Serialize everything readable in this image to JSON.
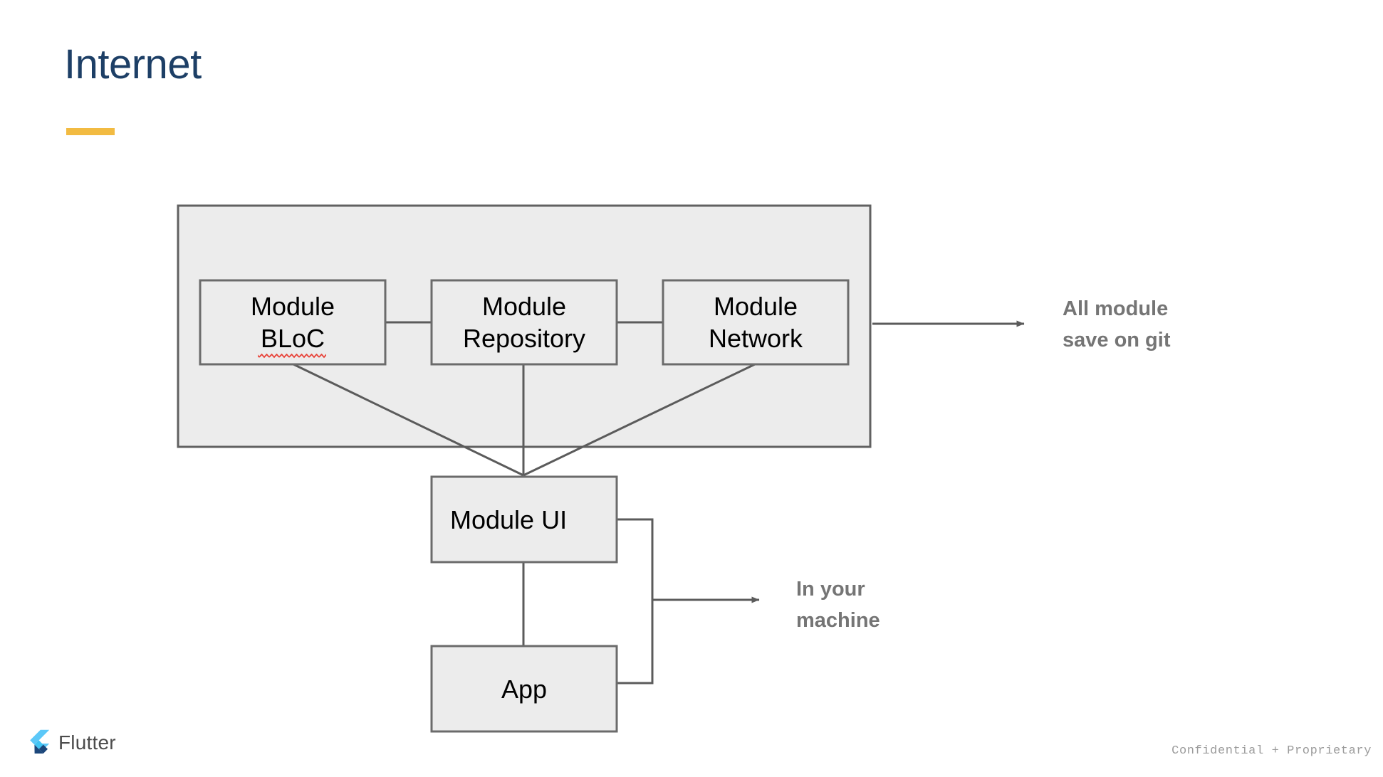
{
  "slide": {
    "title": "Internet",
    "title_color": "#1d3f66",
    "rule_color": "#f2bb42",
    "background": "#ffffff"
  },
  "diagram": {
    "container": {
      "name": "internet-container",
      "fill": "#ececec",
      "stroke": "#616161"
    },
    "nodes": [
      {
        "id": "module-bloc",
        "label": "Module\nBLoC",
        "misspelled_word": "BLoC"
      },
      {
        "id": "module-repository",
        "label": "Module\nRepository"
      },
      {
        "id": "module-network",
        "label": "Module\nNetwork"
      },
      {
        "id": "module-ui",
        "label": "Module UI"
      },
      {
        "id": "app",
        "label": "App"
      }
    ],
    "node_fill": "#ececec",
    "node_stroke": "#6b6b6b",
    "connector_color": "#5b5b5b",
    "spellcheck_underline_color": "#e8443a"
  },
  "annotations": [
    {
      "id": "all-module-save-on-git",
      "text": "All module\nsave on git",
      "color": "#757575"
    },
    {
      "id": "in-your-machine",
      "text": "In your\nmachine",
      "color": "#757575"
    }
  ],
  "footer": {
    "logo_text": "Flutter",
    "logo_colors": {
      "light": "#5cc8f8",
      "mid": "#41c4f4",
      "dark": "#1c477b"
    },
    "confidential": "Confidential + Proprietary"
  }
}
